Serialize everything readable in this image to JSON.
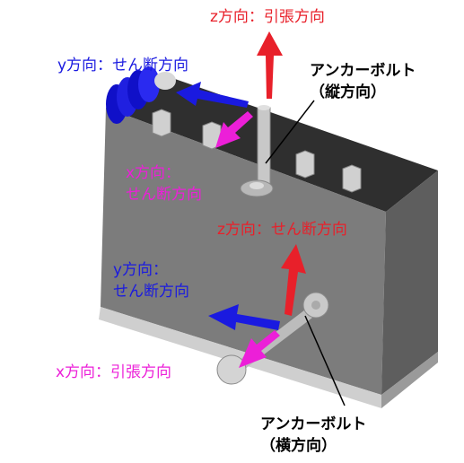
{
  "colors": {
    "z_axis": "#e8202a",
    "y_axis": "#1a1ae0",
    "x_axis": "#ec1fd8",
    "block_face": "#7c7c7c",
    "block_top": "#2f2f2f"
  },
  "upper": {
    "z_label": "z方向：引張方向",
    "y_label": "y方向：せん断方向",
    "x_label_line1": "x方向：",
    "x_label_line2": "せん断方向",
    "bolt_label_line1": "アンカーボルト",
    "bolt_label_line2": "（縦方向）"
  },
  "lower": {
    "z_label": "z方向：せん断方向",
    "y_label_line1": "y方向：",
    "y_label_line2": "せん断方向",
    "x_label": "x方向：引張方向",
    "bolt_label_line1": "アンカーボルト",
    "bolt_label_line2": "（横方向）"
  }
}
